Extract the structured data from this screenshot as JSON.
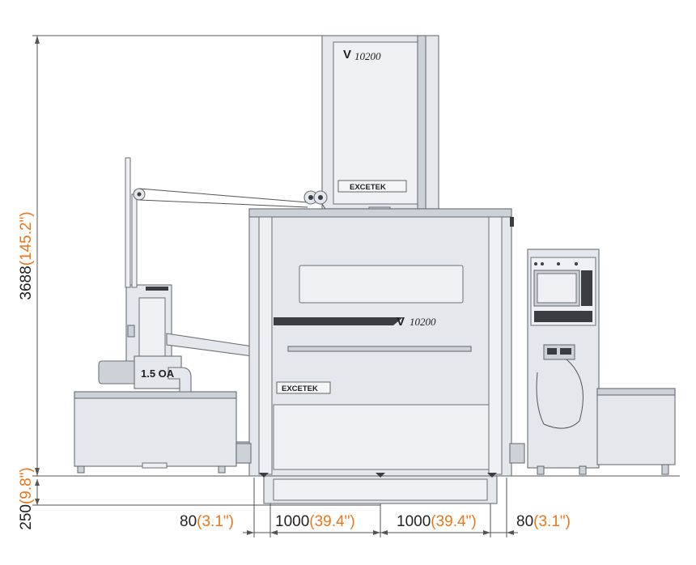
{
  "brand": {
    "logo": "EXCETEK",
    "model": "10200"
  },
  "dimensions": {
    "height_total": {
      "value": "3688",
      "imperial": "(145.2\")"
    },
    "height_base": {
      "value": "250",
      "imperial": "(9.8\")"
    },
    "widths": [
      {
        "value": "80",
        "imperial": "(3.1\")"
      },
      {
        "value": "1000",
        "imperial": "(39.4\")"
      },
      {
        "value": "1000",
        "imperial": "(39.4\")"
      },
      {
        "value": "80",
        "imperial": "(3.1\")"
      }
    ]
  },
  "pump": {
    "label": "1.5 OA"
  },
  "colors": {
    "dimension_number": "#222222",
    "dimension_imperial": "#E8761A",
    "machine_body": "#E4E7EC",
    "outline": "#6b6f75"
  }
}
